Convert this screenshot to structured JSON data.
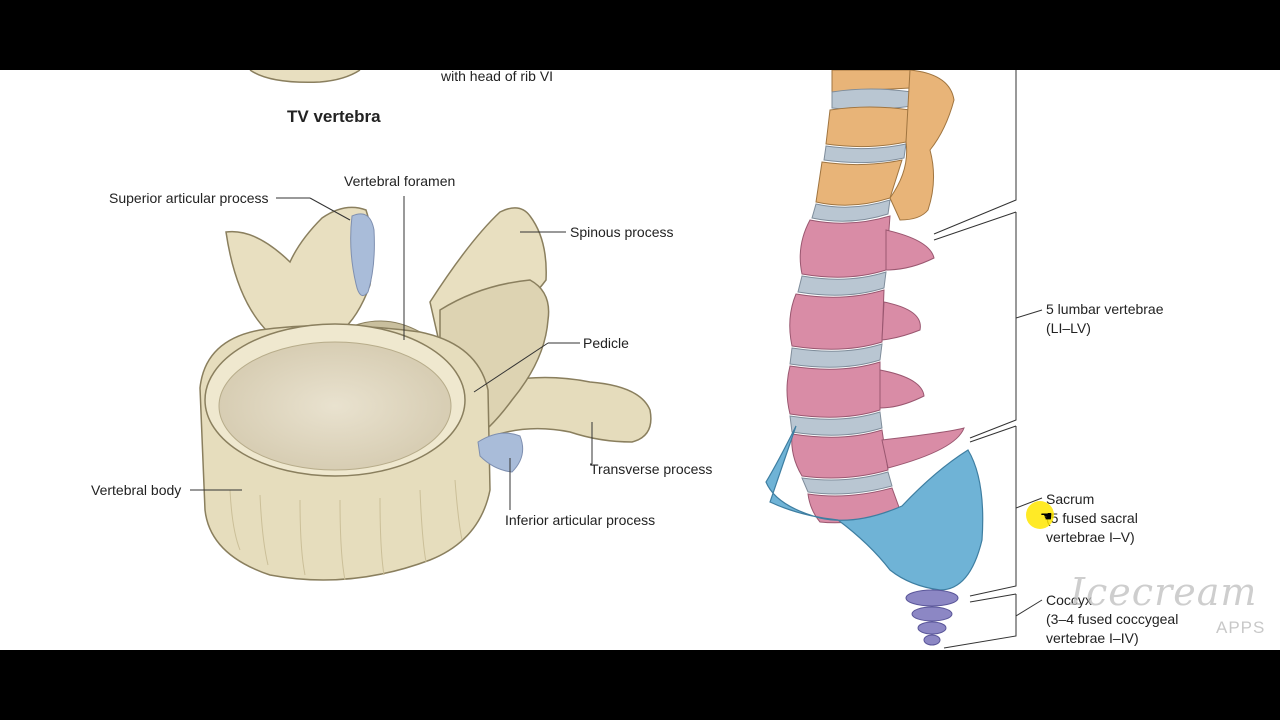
{
  "labels": {
    "top_caption": "with head of rib VI",
    "tv_title": "TV vertebra",
    "superior_articular": "Superior articular process",
    "vertebral_foramen": "Vertebral foramen",
    "spinous": "Spinous process",
    "pedicle": "Pedicle",
    "transverse": "Transverse process",
    "vertebral_body": "Vertebral body",
    "inferior_articular": "Inferior articular process"
  },
  "column_labels": {
    "lumbar_line1": "5 lumbar vertebrae",
    "lumbar_line2": "(LI–LV)",
    "sacrum_line1": "Sacrum",
    "sacrum_line2": "(5 fused sacral",
    "sacrum_line3": "vertebrae I–V)",
    "coccyx_line1": "Coccyx",
    "coccyx_line2": "(3–4 fused coccygeal",
    "coccyx_line3": "vertebrae I–IV)"
  },
  "watermark": {
    "main": "Icecream",
    "sub": "APPS"
  },
  "colors": {
    "bone": "#e8dfc0",
    "bone_shade": "#cfc39c",
    "outline": "#8a7f5e",
    "cartilage": "#a9bcd9",
    "thoracic": "#e8b478",
    "lumbar": "#d98ca6",
    "disc": "#b9c6d2",
    "sacrum": "#6fb3d6",
    "coccyx": "#8c87c4"
  }
}
